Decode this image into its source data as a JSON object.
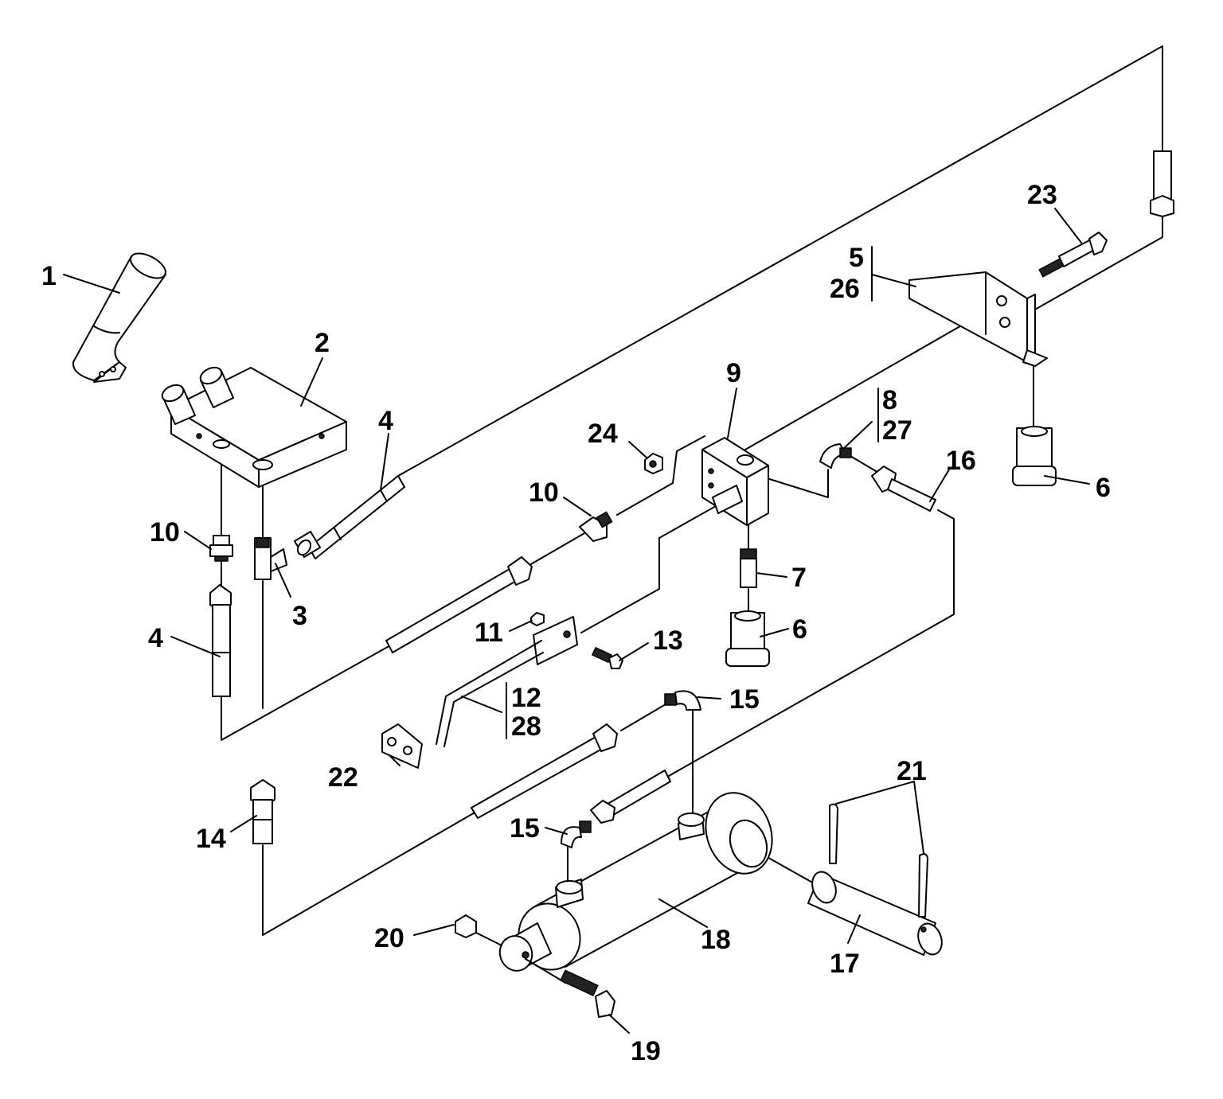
{
  "callouts": {
    "c1": "1",
    "c2": "2",
    "c3": "3",
    "c4a": "4",
    "c4b": "4",
    "c5": "5",
    "c26": "26",
    "c6a": "6",
    "c6b": "6",
    "c7": "7",
    "c8": "8",
    "c27": "27",
    "c9": "9",
    "c10a": "10",
    "c10b": "10",
    "c11": "11",
    "c12": "12",
    "c28": "28",
    "c13": "13",
    "c14": "14",
    "c15a": "15",
    "c15b": "15",
    "c16": "16",
    "c17": "17",
    "c18": "18",
    "c19": "19",
    "c20": "20",
    "c21": "21",
    "c22": "22",
    "c23": "23",
    "c24": "24"
  }
}
